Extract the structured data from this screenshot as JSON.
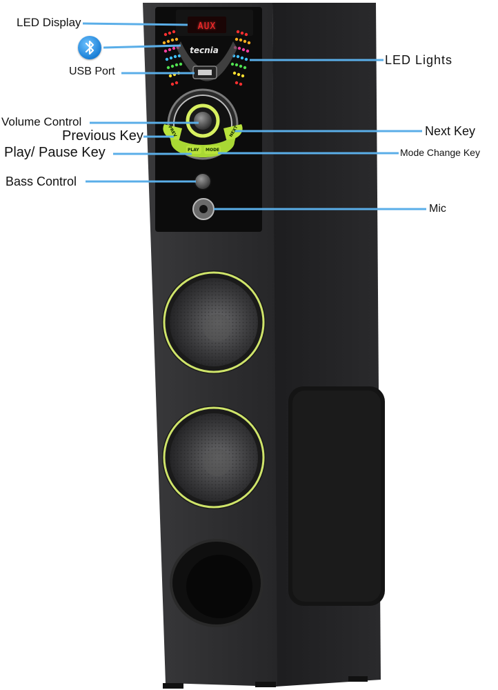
{
  "labels": {
    "led_display": "LED Display",
    "usb_port": "USB Port",
    "volume_control": "Volume Control",
    "previous_key": "Previous Key",
    "play_pause_key": "Play/ Pause Key",
    "bass_control": "Bass Control",
    "led_lights": "LED Lights",
    "next_key": "Next Key",
    "mode_change_key": "Mode Change Key",
    "mic": "Mic"
  },
  "device": {
    "display_text": "AUX",
    "brand": "tecnia",
    "keys": {
      "prev": "PREV",
      "play": "PLAY",
      "mode": "MODE",
      "next": "NEXT"
    }
  },
  "icons": [
    "bluetooth-icon"
  ],
  "colors": {
    "leader_line": "#5aaee8",
    "speaker_body": "#2c2c2e",
    "panel": "#0c0c0c",
    "ring_accent": "#cfe46a",
    "led_display": "#ff2a2a",
    "bluetooth": "#1a7fd6"
  }
}
